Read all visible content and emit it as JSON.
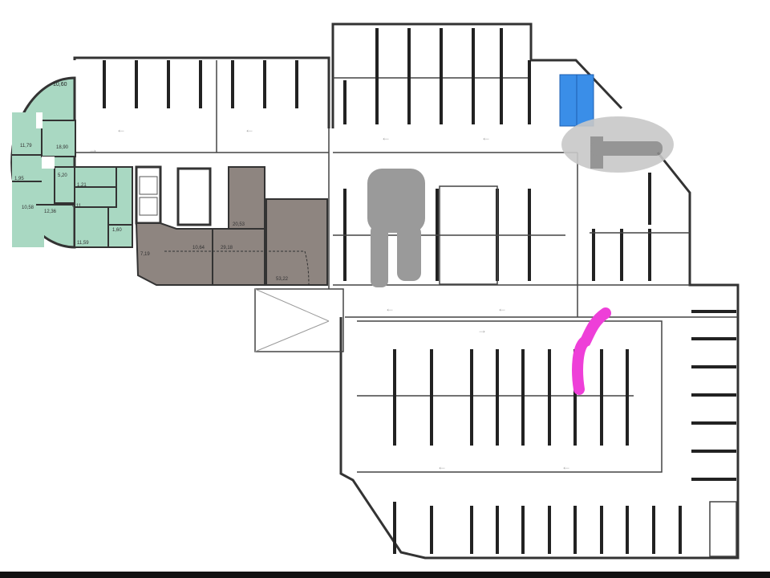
{
  "plan": {
    "green_rooms": [
      {
        "id": "r1",
        "area": "10,60"
      },
      {
        "id": "r2",
        "area": "11,79"
      },
      {
        "id": "r3",
        "area": "18,90"
      },
      {
        "id": "r4",
        "area": "1,95"
      },
      {
        "id": "r5",
        "area": "10,58"
      },
      {
        "id": "r6",
        "area": "12,36"
      },
      {
        "id": "r7",
        "area": "5,20"
      },
      {
        "id": "r8",
        "area": "1,21"
      },
      {
        "id": "r9",
        "area": "6,11"
      },
      {
        "id": "r10",
        "area": "11,59"
      },
      {
        "id": "r11",
        "area": "1,60"
      }
    ],
    "gray_rooms": [
      {
        "id": "g1",
        "area": "7,19"
      },
      {
        "id": "g2",
        "area": "10,64"
      },
      {
        "id": "g3",
        "area": "29,18"
      },
      {
        "id": "g4",
        "area": "20,53"
      },
      {
        "id": "g5",
        "area": "53,22"
      }
    ],
    "colors": {
      "green_room": "#a9d8c2",
      "gray_room": "#8e8580",
      "blue_marker": "#3a8ee8",
      "pink_marker": "#ee3fd8",
      "redaction": "#9a9a9a"
    }
  }
}
